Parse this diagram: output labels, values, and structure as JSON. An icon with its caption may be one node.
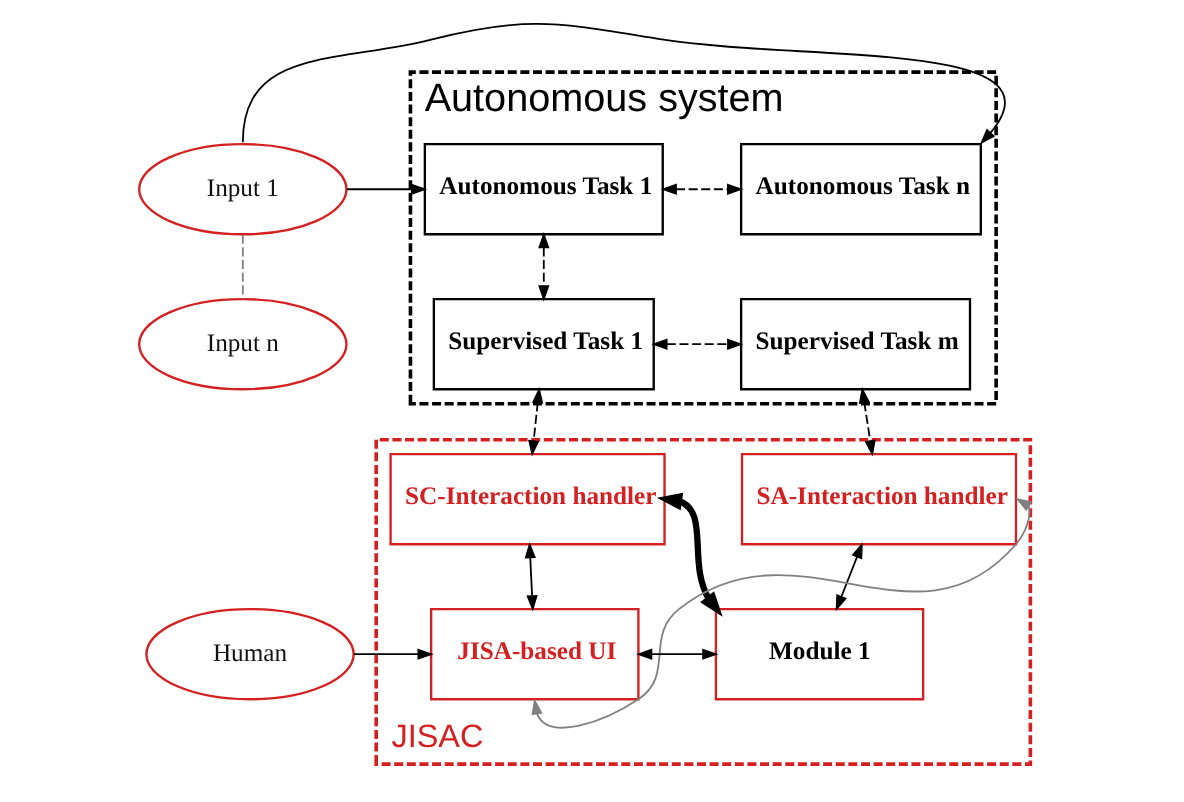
{
  "diagram": {
    "nodes": [
      {
        "text": [
          "Input 1"
        ]
      },
      {
        "text": [
          "Input n"
        ]
      },
      {
        "text": [
          "Human"
        ]
      },
      {
        "text": [
          "Autonomous system"
        ]
      },
      {
        "text": [
          "Autonomous Task 1"
        ],
        "in": 3
      },
      {
        "text": [
          "Autonomous Task n"
        ],
        "in": 3
      },
      {
        "text": [
          "Supervised Task 1"
        ],
        "in": 3
      },
      {
        "text": [
          "Supervised Task m"
        ],
        "in": 3
      },
      {
        "text": [
          "JISAC"
        ]
      },
      {
        "text": [
          "SC-Interaction handler"
        ],
        "in": 8
      },
      {
        "text": [
          "SA-Interaction handler"
        ],
        "in": 8
      },
      {
        "text": [
          "JISA-based UI"
        ],
        "in": 8
      },
      {
        "text": [
          "Module 1"
        ],
        "in": 8
      }
    ],
    "edges": [
      {
        "from": 0,
        "to": 4,
        "arrow": "to"
      },
      {
        "from": 0,
        "to": 5,
        "arrow": "to"
      },
      {
        "from": 0,
        "to": 1,
        "arrow": "none",
        "style": "dashed",
        "color": "#808080"
      },
      {
        "from": 4,
        "to": 5,
        "arrow": "both",
        "style": "dashed"
      },
      {
        "from": 4,
        "to": 6,
        "arrow": "both",
        "style": "dashed"
      },
      {
        "from": 6,
        "to": 7,
        "arrow": "both",
        "style": "dashed"
      },
      {
        "from": 6,
        "to": 9,
        "arrow": "both",
        "style": "dashed"
      },
      {
        "from": 7,
        "to": 10,
        "arrow": "both",
        "style": "dashed"
      },
      {
        "from": 2,
        "to": 11,
        "arrow": "to"
      },
      {
        "from": 9,
        "to": 11,
        "arrow": "both"
      },
      {
        "from": 10,
        "to": 12,
        "arrow": "both"
      },
      {
        "from": 11,
        "to": 12,
        "arrow": "both"
      },
      {
        "from": 9,
        "to": 12,
        "arrow": "both",
        "style": "thick"
      },
      {
        "from": 11,
        "to": 10,
        "arrow": "both",
        "color": "#808080"
      }
    ]
  }
}
